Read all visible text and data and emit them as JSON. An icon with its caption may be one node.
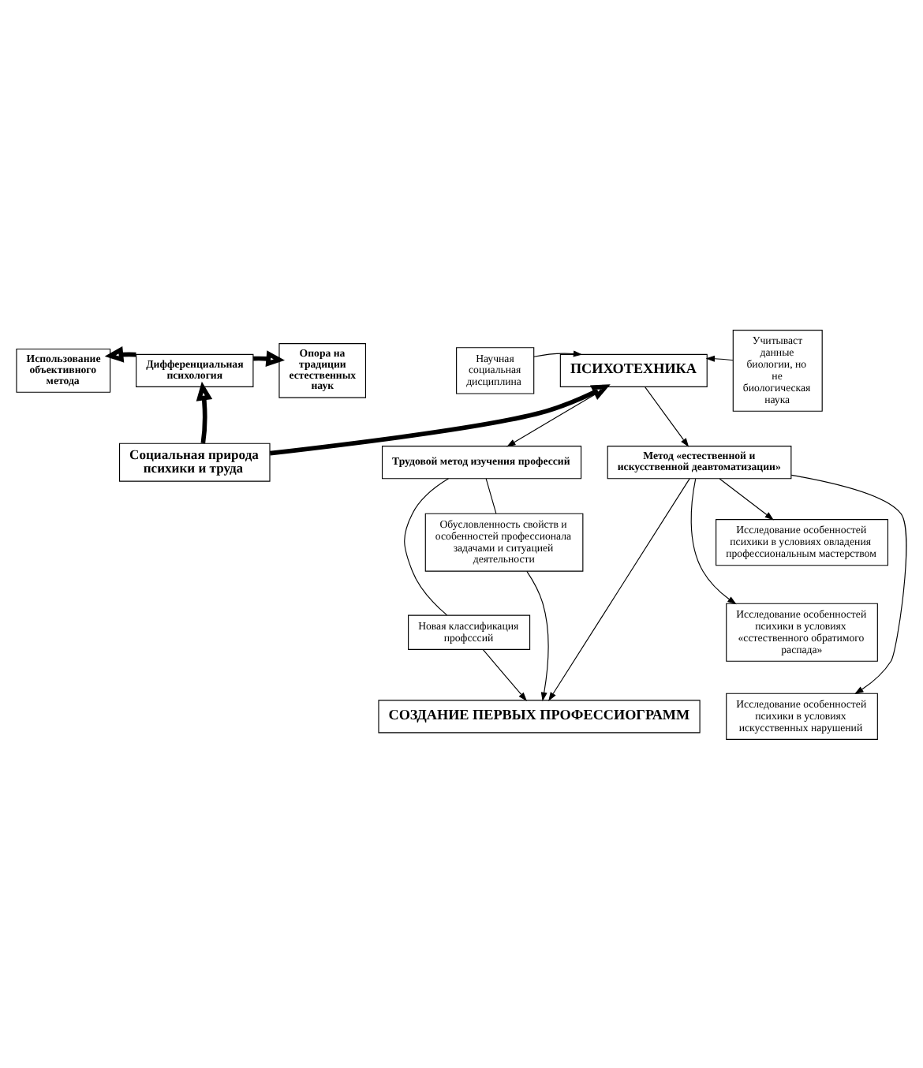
{
  "diagram": {
    "nodes": [
      {
        "text": [
          "Использование объективного метода"
        ]
      },
      {
        "text": [
          "Дифференциальная психология"
        ]
      },
      {
        "text": [
          "Опора на традиции естественных наук"
        ]
      },
      {
        "text": [
          "Социальная природа психики и труда"
        ]
      },
      {
        "text": [
          "Научная социальная дисциплина"
        ]
      },
      {
        "text": [
          "ПСИХОТЕХНИКА"
        ]
      },
      {
        "text": [
          "Учитываст данные биологии, но не биологическая наука"
        ]
      },
      {
        "text": [
          "Трудовой метод изучения профессий"
        ]
      },
      {
        "text": [
          "Метод «естественной и искусственной деавтоматизации»"
        ]
      },
      {
        "text": [
          "Обусловленность свойств и особенностей профессионала задачами и ситуацией деятельности"
        ]
      },
      {
        "text": [
          "Новая классификация профсссий"
        ]
      },
      {
        "text": [
          "Исследование особенностей психики в условиях овладения профессиональным мастерством"
        ]
      },
      {
        "text": [
          "Исследование особенностей психики в условиях «сстественного обратимого распада»"
        ]
      },
      {
        "text": [
          "Исследование особенностей психики в условиях искусственных нарушений"
        ]
      },
      {
        "text": [
          "СОЗДАНИЕ ПЕРВЫХ ПРОФЕССИОГРАММ"
        ]
      }
    ],
    "edges": [
      {
        "from": 1,
        "to": 0,
        "arrow": "to",
        "style": "thick"
      },
      {
        "from": 1,
        "to": 2,
        "arrow": "to",
        "style": "thick"
      },
      {
        "from": 3,
        "to": 1,
        "arrow": "to",
        "style": "thick"
      },
      {
        "from": 3,
        "to": 5,
        "arrow": "to",
        "style": "thick"
      },
      {
        "from": 4,
        "to": 5,
        "arrow": "to"
      },
      {
        "from": 6,
        "to": 5,
        "arrow": "to"
      },
      {
        "from": 5,
        "to": 7,
        "arrow": "to"
      },
      {
        "from": 5,
        "to": 8,
        "arrow": "to"
      },
      {
        "from": 7,
        "to": 9,
        "arrow": "none"
      },
      {
        "from": 9,
        "to": 14,
        "arrow": "to"
      },
      {
        "from": 7,
        "to": 10,
        "arrow": "none"
      },
      {
        "from": 10,
        "to": 14,
        "arrow": "to"
      },
      {
        "from": 8,
        "to": 11,
        "arrow": "to"
      },
      {
        "from": 8,
        "to": 12,
        "arrow": "to"
      },
      {
        "from": 8,
        "to": 13,
        "arrow": "to"
      },
      {
        "from": 8,
        "to": 14,
        "arrow": "to"
      }
    ]
  }
}
